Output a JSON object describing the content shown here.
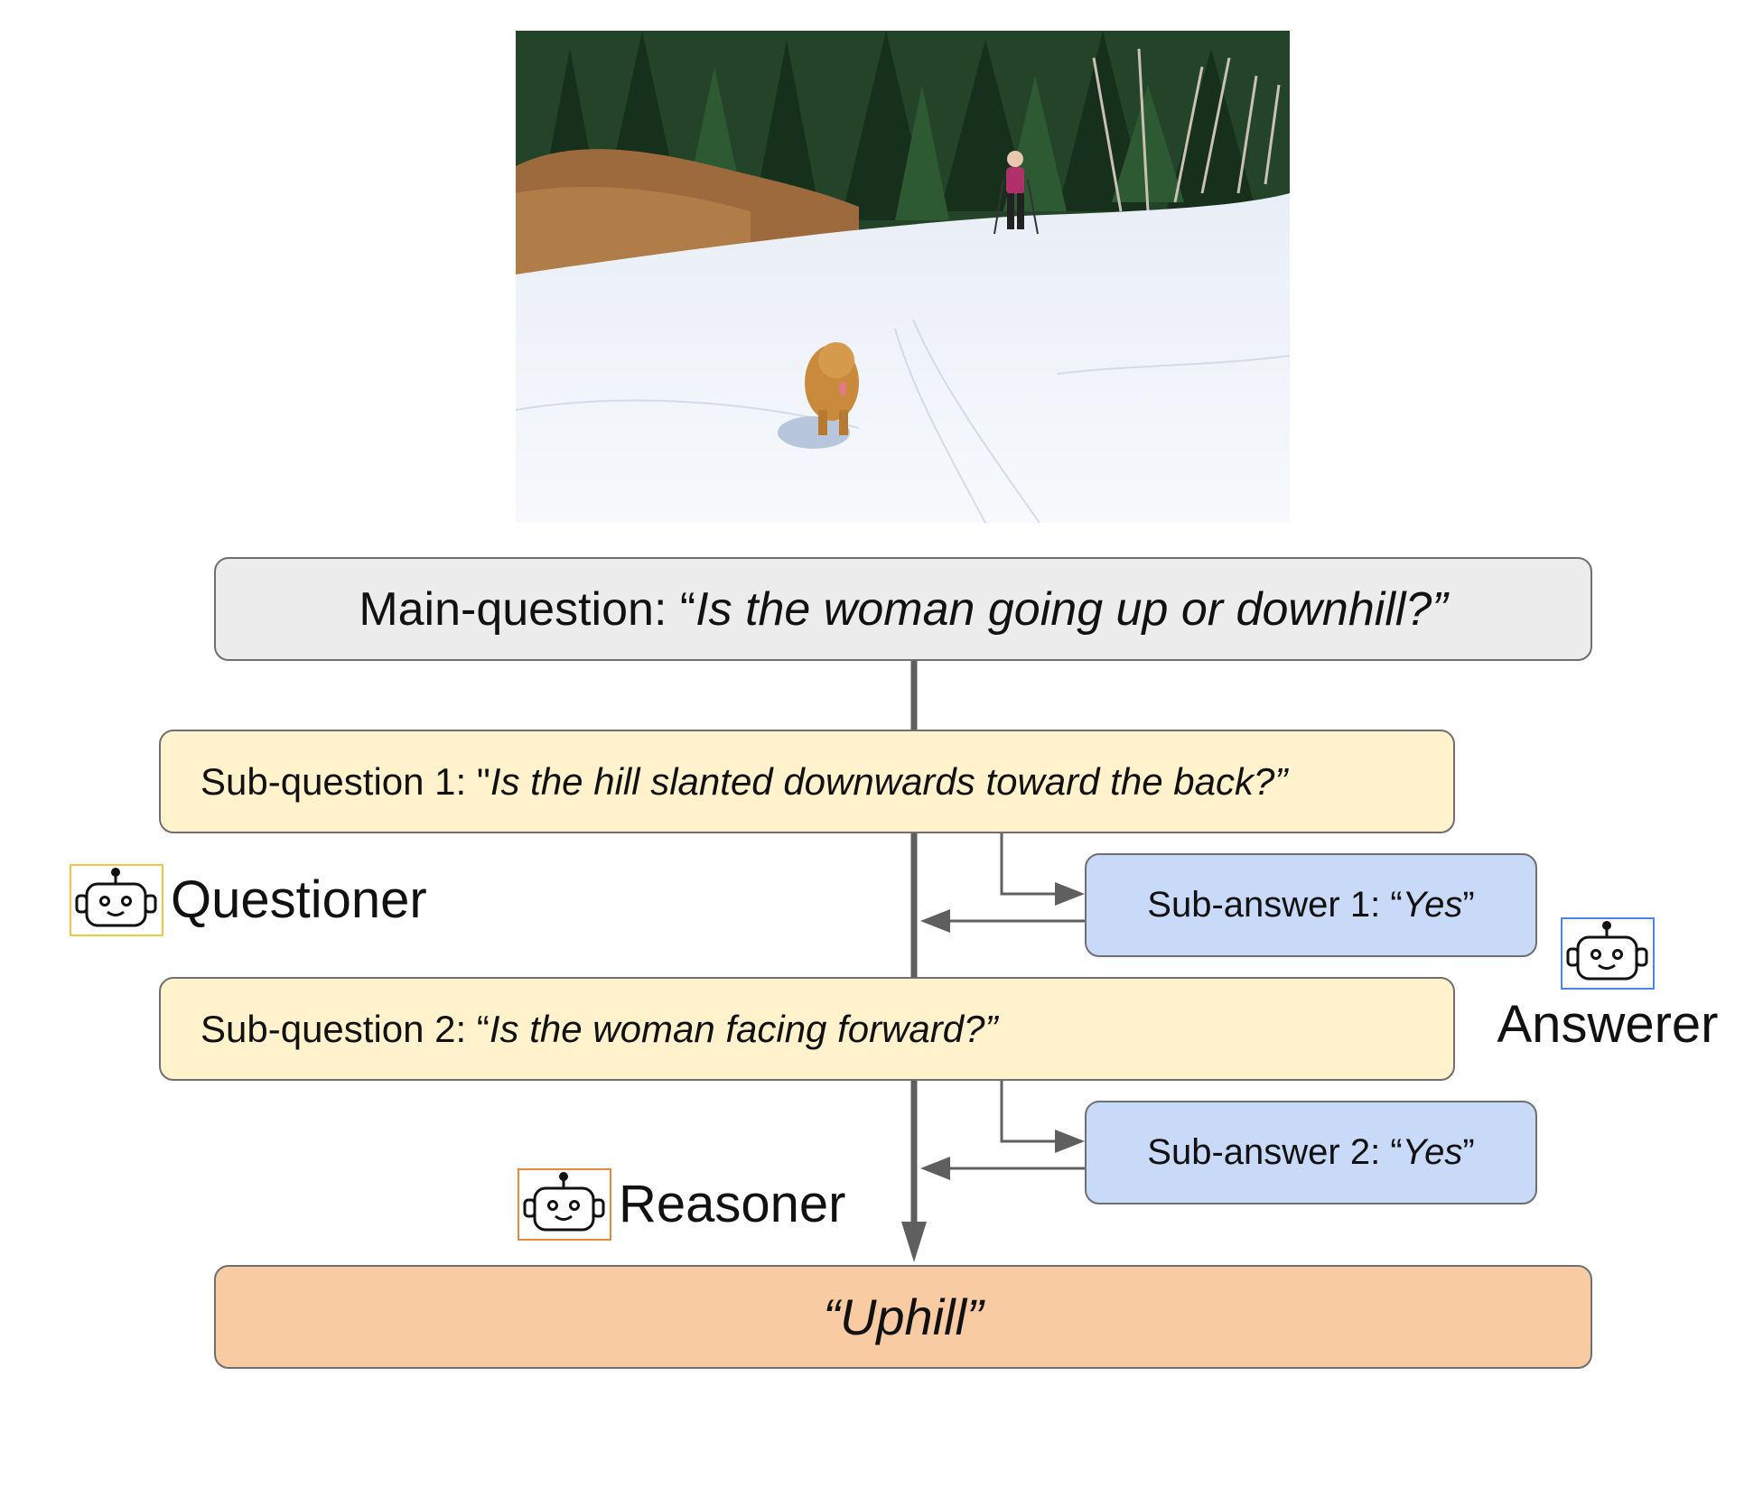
{
  "main_question": {
    "prefix": "Main-question: ",
    "open_quote": "“",
    "text": "Is the woman going up or downhill?",
    "close_quote": "”"
  },
  "sub_questions": [
    {
      "prefix": "Sub-question 1: ",
      "open_quote": "\"",
      "text": "Is the hill slanted downwards toward the back?",
      "close_quote": "”"
    },
    {
      "prefix": "Sub-question 2: ",
      "open_quote": "“",
      "text": "Is the woman facing forward?",
      "close_quote": "”"
    }
  ],
  "sub_answers": [
    {
      "prefix": "Sub-answer 1: ",
      "open_quote": "“",
      "text": "Yes",
      "close_quote": "”"
    },
    {
      "prefix": "Sub-answer 2: ",
      "open_quote": "“",
      "text": "Yes",
      "close_quote": "”"
    }
  ],
  "final_answer": {
    "open_quote": "“",
    "text": "Uphill",
    "close_quote": "”"
  },
  "roles": {
    "questioner": {
      "label": "Questioner",
      "color": "#f6c342",
      "icon": "robot-icon"
    },
    "answerer": {
      "label": "Answerer",
      "color": "#4a86e8",
      "icon": "robot-icon"
    },
    "reasoner": {
      "label": "Reasoner",
      "color": "#e6893b",
      "icon": "robot-icon"
    }
  },
  "colors": {
    "main_question_fill": "#ececec",
    "sub_question_fill": "#fff2cc",
    "sub_answer_fill": "#c9daf8",
    "final_fill": "#f8cba2",
    "connector": "#5f5f5f"
  }
}
